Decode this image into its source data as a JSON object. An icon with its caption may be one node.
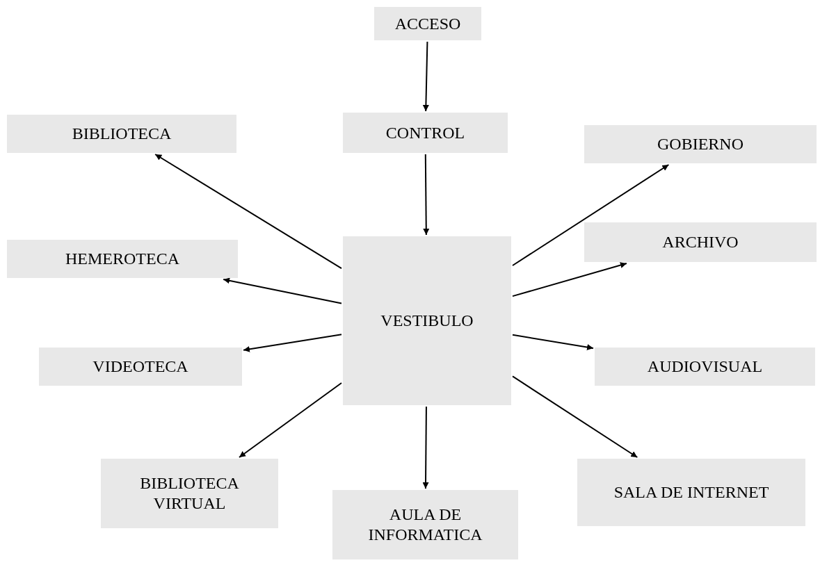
{
  "diagram": {
    "nodes": [
      {
        "text": [
          "ACCESO"
        ]
      },
      {
        "text": [
          "CONTROL"
        ]
      },
      {
        "text": [
          "BIBLIOTECA"
        ]
      },
      {
        "text": [
          "GOBIERNO"
        ]
      },
      {
        "text": [
          "HEMEROTECA"
        ]
      },
      {
        "text": [
          "ARCHIVO"
        ]
      },
      {
        "text": [
          "VESTIBULO"
        ]
      },
      {
        "text": [
          "VIDEOTECA"
        ]
      },
      {
        "text": [
          "AUDIOVISUAL"
        ]
      },
      {
        "text": [
          "BIBLIOTECA VIRTUAL"
        ]
      },
      {
        "text": [
          "AULA DE INFORMATICA"
        ]
      },
      {
        "text": [
          "SALA DE INTERNET"
        ]
      }
    ],
    "edges": [
      {
        "from": 0,
        "to": 1,
        "arrow": "to"
      },
      {
        "from": 1,
        "to": 6,
        "arrow": "to"
      },
      {
        "from": 6,
        "to": 2,
        "arrow": "to"
      },
      {
        "from": 6,
        "to": 4,
        "arrow": "to"
      },
      {
        "from": 6,
        "to": 7,
        "arrow": "to"
      },
      {
        "from": 6,
        "to": 9,
        "arrow": "to"
      },
      {
        "from": 6,
        "to": 10,
        "arrow": "to"
      },
      {
        "from": 6,
        "to": 11,
        "arrow": "to"
      },
      {
        "from": 6,
        "to": 8,
        "arrow": "to"
      },
      {
        "from": 6,
        "to": 5,
        "arrow": "to"
      },
      {
        "from": 6,
        "to": 3,
        "arrow": "to"
      }
    ]
  }
}
